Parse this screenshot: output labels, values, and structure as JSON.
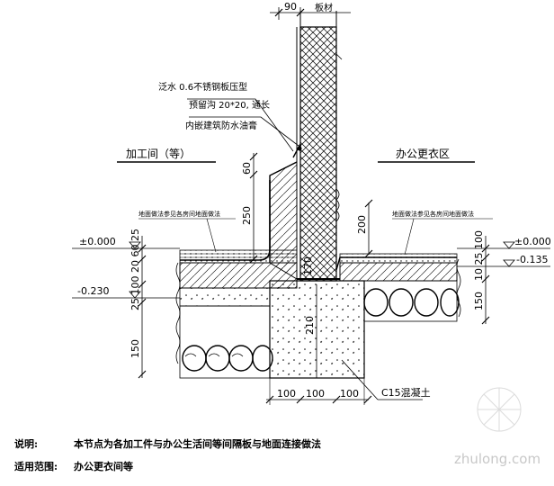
{
  "labels": {
    "dim_top": "90",
    "wall_top": "板材",
    "flashing": "泛水 0.6不锈钢板压型",
    "groove": "预留沟 20*20, 通长",
    "sealant": "内嵌建筑防水油膏",
    "room_left": "加工间（等）",
    "room_right": "办公更衣区",
    "left_finish_note": "地面做法参见各房间地面做法",
    "right_finish_note": "地面做法参见各房间地面做法",
    "elev_left_top": "±0.000",
    "elev_right_top": "±0.000",
    "elev_left_low": "-0.230",
    "elev_right_low": "-0.135",
    "concrete": "C15混凝土",
    "v60": "60",
    "v250": "250",
    "v200": "200",
    "v170": "170",
    "v210": "210",
    "left_stack": "25 100 20 60 25",
    "left_150": "150",
    "right_stack": "10 25 100",
    "right_150": "150",
    "b100a": "100",
    "b100b": "100",
    "b100c": "100"
  },
  "notes": {
    "label1": "说明:",
    "text1": "本节点为各加工件与办公生活间等间隔板与地面连接做法",
    "label2": "适用范围:",
    "text2": "办公更衣间等"
  },
  "watermark": "zhulong.com"
}
